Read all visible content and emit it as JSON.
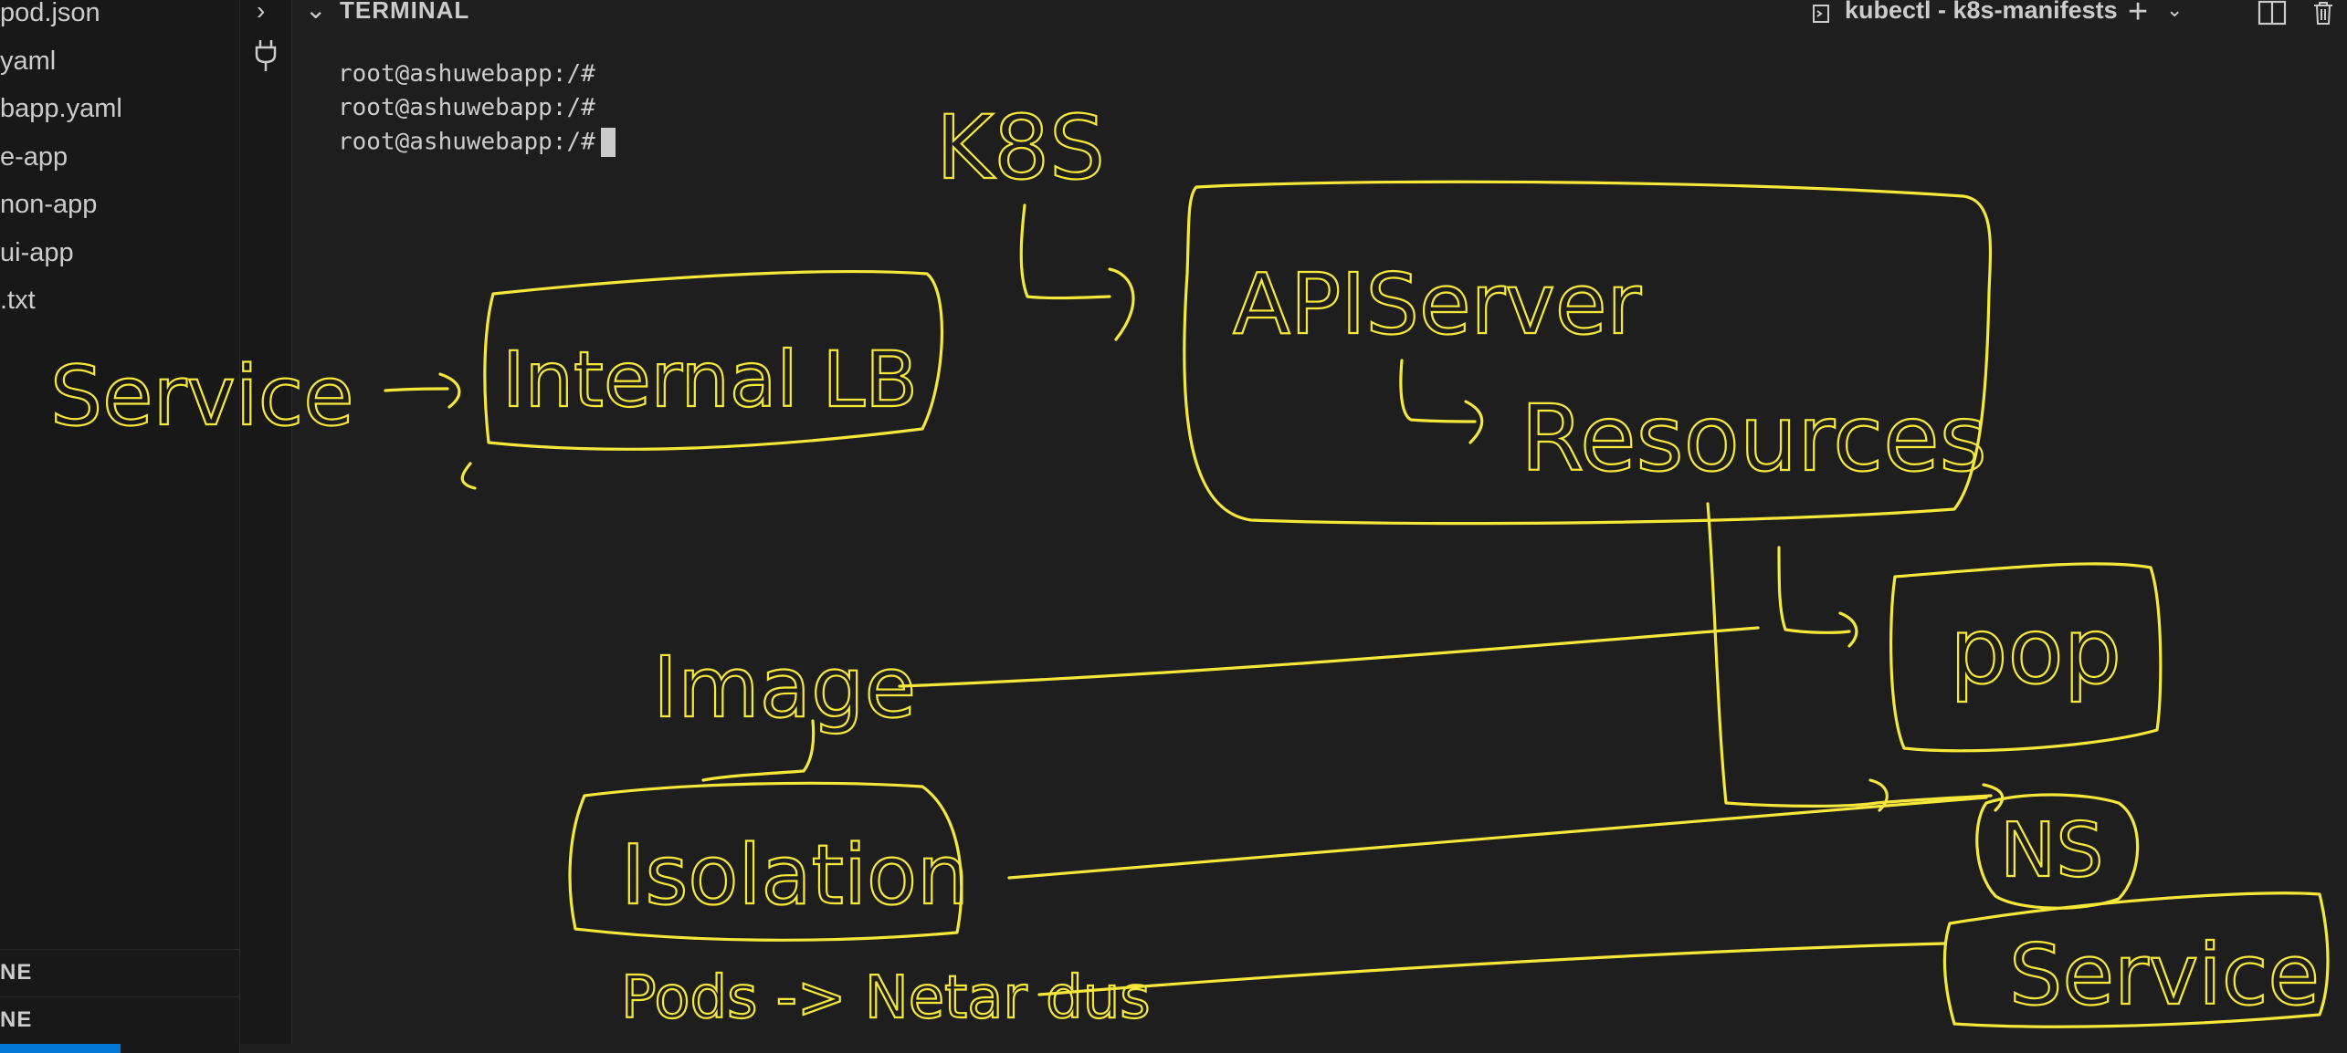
{
  "explorer": {
    "files": [
      "pod.json",
      "yaml",
      "bapp.yaml",
      "e-app",
      "non-app",
      "ui-app",
      ".txt"
    ],
    "sections": [
      "NE",
      "NE"
    ]
  },
  "panel": {
    "title": "TERMINAL",
    "tab_label": "kubectl - k8s-manifests"
  },
  "terminal": {
    "lines": [
      "root@ashuwebapp:/#",
      "root@ashuwebapp:/#",
      "root@ashuwebapp:/#"
    ]
  },
  "drawing": {
    "k8s": "K8S",
    "apiserver": "APIServer",
    "resources": "Resources",
    "pod": "pop",
    "ns": "NS",
    "service_box": "Service",
    "service_left": "Service",
    "internal_lb": "Internal LB",
    "image": "Image",
    "isolation": "Isolation",
    "pods_note": "Pods -> Netar dus",
    "color": "#f5e83a"
  },
  "icons": [
    "chevron-right-icon",
    "chevron-down-icon",
    "plug-icon",
    "terminal-tab-icon",
    "add-icon",
    "chevron-down-icon",
    "split-icon",
    "trash-icon"
  ]
}
